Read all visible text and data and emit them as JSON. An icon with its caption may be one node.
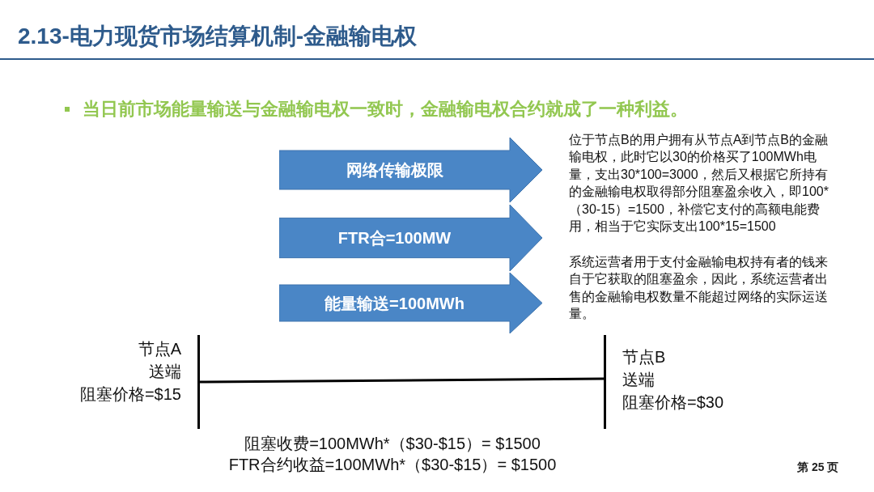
{
  "diagram": {
    "title": "2.13-电力现货市场结算机制-金融输电权",
    "nodes": [
      {
        "text": [
          "网络传输极限"
        ]
      },
      {
        "text": [
          "FTR合=100MW"
        ]
      },
      {
        "text": [
          "能量输送=100MWh"
        ]
      },
      {
        "text": [
          "节点A",
          "送端",
          "阻塞价格=$15"
        ]
      },
      {
        "text": [
          "节点B",
          "送端",
          "阻塞价格=$30"
        ]
      }
    ],
    "edges": [
      {
        "from": 3,
        "to": 4,
        "arrow": "none"
      }
    ],
    "labels": [
      "当日前市场能量输送与金融输电权一致时，金融输电权合约就成了一种利益。",
      "位于节点B的用户拥有从节点A到节点B的金融输电权，此时它以30的价格买了100MWh电量，支出30*100=3000，然后又根据它所持有的金融输电权取得部分阻塞盈余收入，即100*（30-15）=1500，补偿它支付的高额电能费用，相当于它实际支出100*15=1500",
      "系统运营者用于支付金融输电权持有者的钱来自于它获取的阻塞盈余，因此，系统运营者出售的金融输电权数量不能超过网络的实际运送量。",
      "阻塞收费=100MWh*（$30-$15）= $1500",
      "FTR合约收益=100MWh*（$30-$15）= $1500",
      "第 25 页"
    ]
  }
}
